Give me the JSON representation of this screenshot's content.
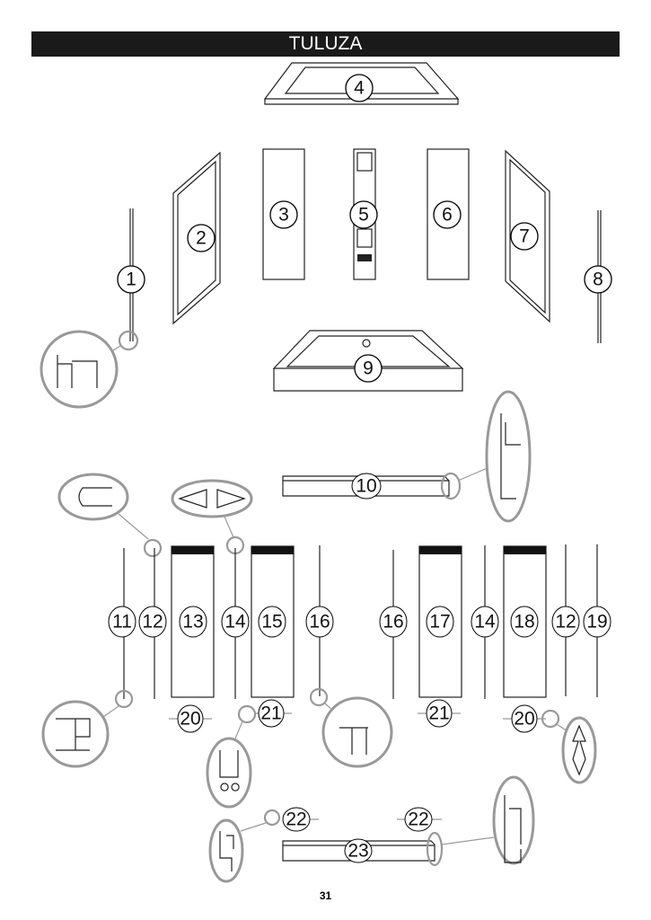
{
  "header": {
    "title": "TULUZA"
  },
  "page_number": "31",
  "parts": {
    "p1": "1",
    "p2": "2",
    "p3": "3",
    "p4": "4",
    "p5": "5",
    "p6": "6",
    "p7": "7",
    "p8": "8",
    "p9": "9",
    "p10": "10",
    "p11": "11",
    "p12a": "12",
    "p13": "13",
    "p14a": "14",
    "p15": "15",
    "p16a": "16",
    "p16b": "16",
    "p17": "17",
    "p14b": "14",
    "p18": "18",
    "p12b": "12",
    "p19": "19",
    "p20a": "20",
    "p21a": "21",
    "p21b": "21",
    "p20b": "20",
    "p22a": "22",
    "p22b": "22",
    "p23": "23"
  }
}
